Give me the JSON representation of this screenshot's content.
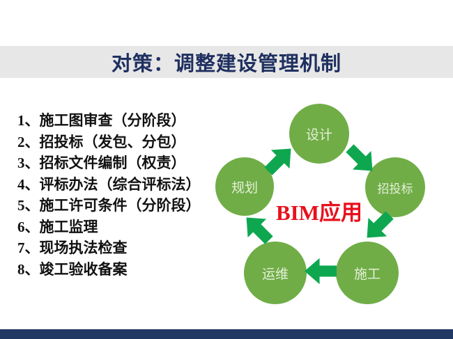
{
  "slide": {
    "title": "对策：调整建设管理机制",
    "list": {
      "items": [
        "1、施工图审查（分阶段）",
        "2、招投标（发包、分包）",
        "3、招标文件编制（权责）",
        "4、评标办法（综合评标法）",
        "5、施工许可条件（分阶段）",
        "6、施工监理",
        "7、现场执法检查",
        "8、竣工验收备案"
      ]
    },
    "diagram": {
      "center_label": "BIM应用",
      "nodes": [
        {
          "id": "plan",
          "label": "规划"
        },
        {
          "id": "design",
          "label": "设计"
        },
        {
          "id": "bidding",
          "label": "招投标"
        },
        {
          "id": "construction",
          "label": "施工"
        },
        {
          "id": "operation",
          "label": "运维"
        }
      ],
      "flow": "规划 → 设计 → 招投标 → 施工 → 运维 → 规划"
    },
    "colors": {
      "title_text": "#1f3060",
      "title_band": "#e7e7e7",
      "node_green": "#70ad47",
      "arrow_green": "#0ea750",
      "bim_red": "#e8101c",
      "footer_navy": "#203864",
      "list_text": "#111111"
    }
  }
}
